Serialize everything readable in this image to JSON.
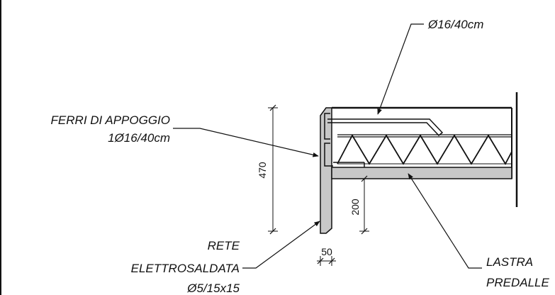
{
  "labels": {
    "top_bar": "Ø16/40cm",
    "ferri_line1": "FERRI DI APPOGGIO",
    "ferri_line2": "1Ø16/40cm",
    "rete_line1": "RETE",
    "rete_line2": "ELETTROSALDATA",
    "rete_line3": "Ø5/15x15",
    "lastra_line1": "LASTRA",
    "lastra_line2": "PREDALLE"
  },
  "dimensions": {
    "total_height": "470",
    "predalle_offset": "200",
    "wall_thickness": "50"
  },
  "colors": {
    "line": "#111111",
    "concrete_fill": "#c8c8c8"
  }
}
